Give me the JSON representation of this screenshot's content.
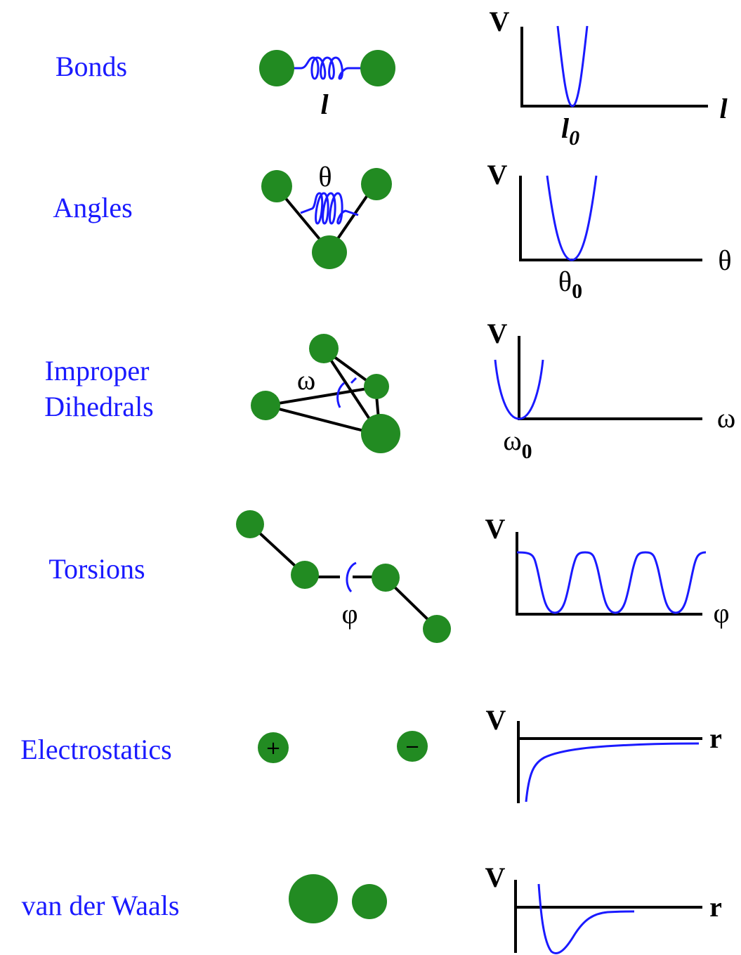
{
  "colors": {
    "label": "#1a1aff",
    "curve": "#1a1aff",
    "atom": "#228b22",
    "axis": "#000000"
  },
  "rows": [
    {
      "label": "Bonds",
      "variable": "l",
      "equilibrium": "l",
      "equilibrium_subscript": "0",
      "axis_x": "l",
      "axis_y": "V",
      "curve_shape": "harmonic-well"
    },
    {
      "label": "Angles",
      "variable": "θ",
      "equilibrium": "θ",
      "equilibrium_subscript": "0",
      "axis_x": "θ",
      "axis_y": "V",
      "curve_shape": "harmonic-well"
    },
    {
      "label_lines": [
        "Improper",
        "Dihedrals"
      ],
      "variable": "ω",
      "equilibrium": "ω",
      "equilibrium_subscript": "0",
      "axis_x": "ω",
      "axis_y": "V",
      "curve_shape": "harmonic-well"
    },
    {
      "label": "Torsions",
      "variable": "φ",
      "axis_x": "φ",
      "axis_y": "V",
      "curve_shape": "periodic-cosine"
    },
    {
      "label": "Electrostatics",
      "charges": [
        "+",
        "−"
      ],
      "axis_x": "r",
      "axis_y": "V",
      "curve_shape": "attractive-coulomb"
    },
    {
      "label": "van der Waals",
      "axis_x": "r",
      "axis_y": "V",
      "curve_shape": "lennard-jones"
    }
  ]
}
